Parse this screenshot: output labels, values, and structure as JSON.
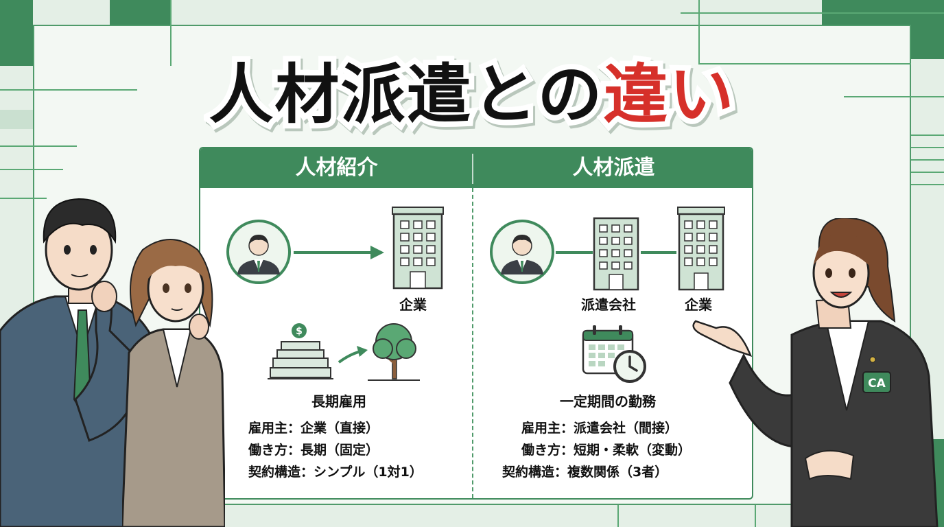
{
  "title": {
    "part1": "人材派遣との",
    "part2": "違い"
  },
  "colors": {
    "green": "#3f8a5c",
    "red": "#d6302a",
    "background": "#e4efe6"
  },
  "left_column": {
    "header": "人材紹介",
    "flow_target_label": "企業",
    "benefit_label": "長期雇用",
    "details": [
      "雇用主：企業（直接）",
      "働き方：長期（固定）",
      "契約構造：シンプル（1対1）"
    ],
    "icons": [
      "person-icon",
      "arrow-right-icon",
      "building-icon",
      "money-stack-icon",
      "tree-icon"
    ]
  },
  "right_column": {
    "header": "人材派遣",
    "middle_label": "派遣会社",
    "target_label": "企業",
    "benefit_label": "一定期間の勤務",
    "details": [
      "雇用主：派遣会社（間接）",
      "働き方：短期・柔軟（変動）",
      "契約構造：複数関係（3者）"
    ],
    "icons": [
      "person-icon",
      "building-icon",
      "calendar-clock-icon"
    ]
  },
  "advisor": {
    "badge": "CA"
  }
}
